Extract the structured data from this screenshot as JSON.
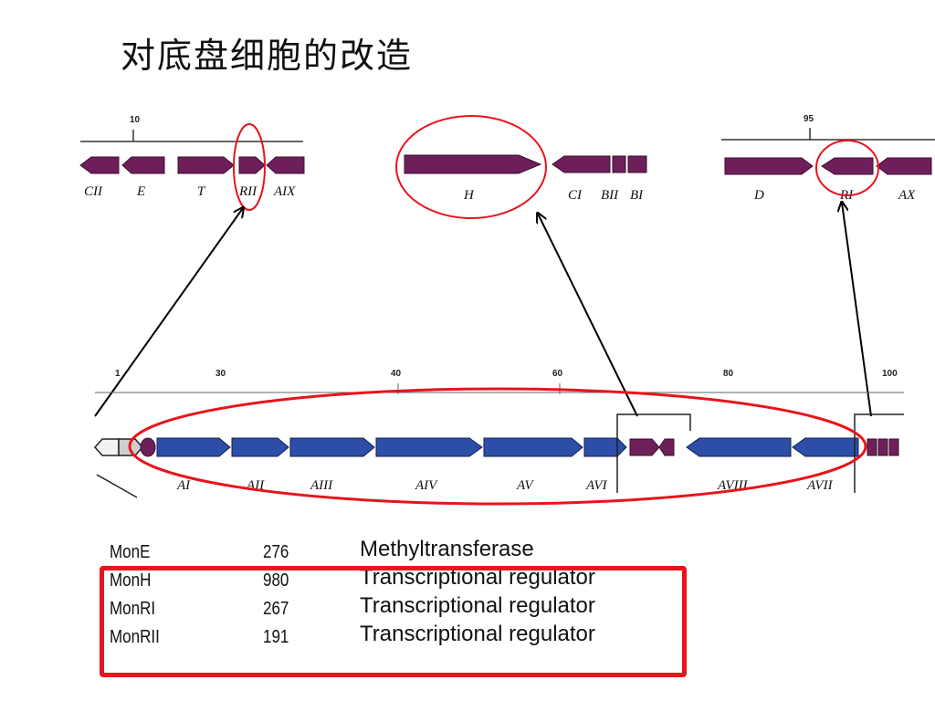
{
  "slide": {
    "title": "对底盘细胞的改造"
  },
  "gene_maps": {
    "left": {
      "tick_label": "10",
      "genes": [
        "CII",
        "E",
        "T",
        "RII",
        "AIX"
      ]
    },
    "middle": {
      "genes": [
        "H",
        "CI",
        "BII",
        "BI"
      ]
    },
    "right": {
      "tick_label": "95",
      "genes": [
        "D",
        "RI",
        "AX"
      ]
    },
    "cluster": {
      "ticks": [
        "1",
        "30",
        "40",
        "60",
        "80",
        "100"
      ],
      "genes": [
        "AI",
        "AII",
        "AIII",
        "AIV",
        "AV",
        "AVI",
        "AVIII",
        "AVII"
      ]
    }
  },
  "colors": {
    "purple_gene": "#6e1f5a",
    "blue_gene": "#2c4ea8",
    "highlight_red": "#e8141b"
  },
  "table": {
    "rows": [
      {
        "name": "MonE",
        "length": "276",
        "function": "Methyltransferase"
      },
      {
        "name": "MonH",
        "length": "980",
        "function": "Transcriptional regulator"
      },
      {
        "name": "MonRI",
        "length": "267",
        "function": "Transcriptional regulator"
      },
      {
        "name": "MonRII",
        "length": "191",
        "function": "Transcriptional regulator"
      }
    ]
  }
}
